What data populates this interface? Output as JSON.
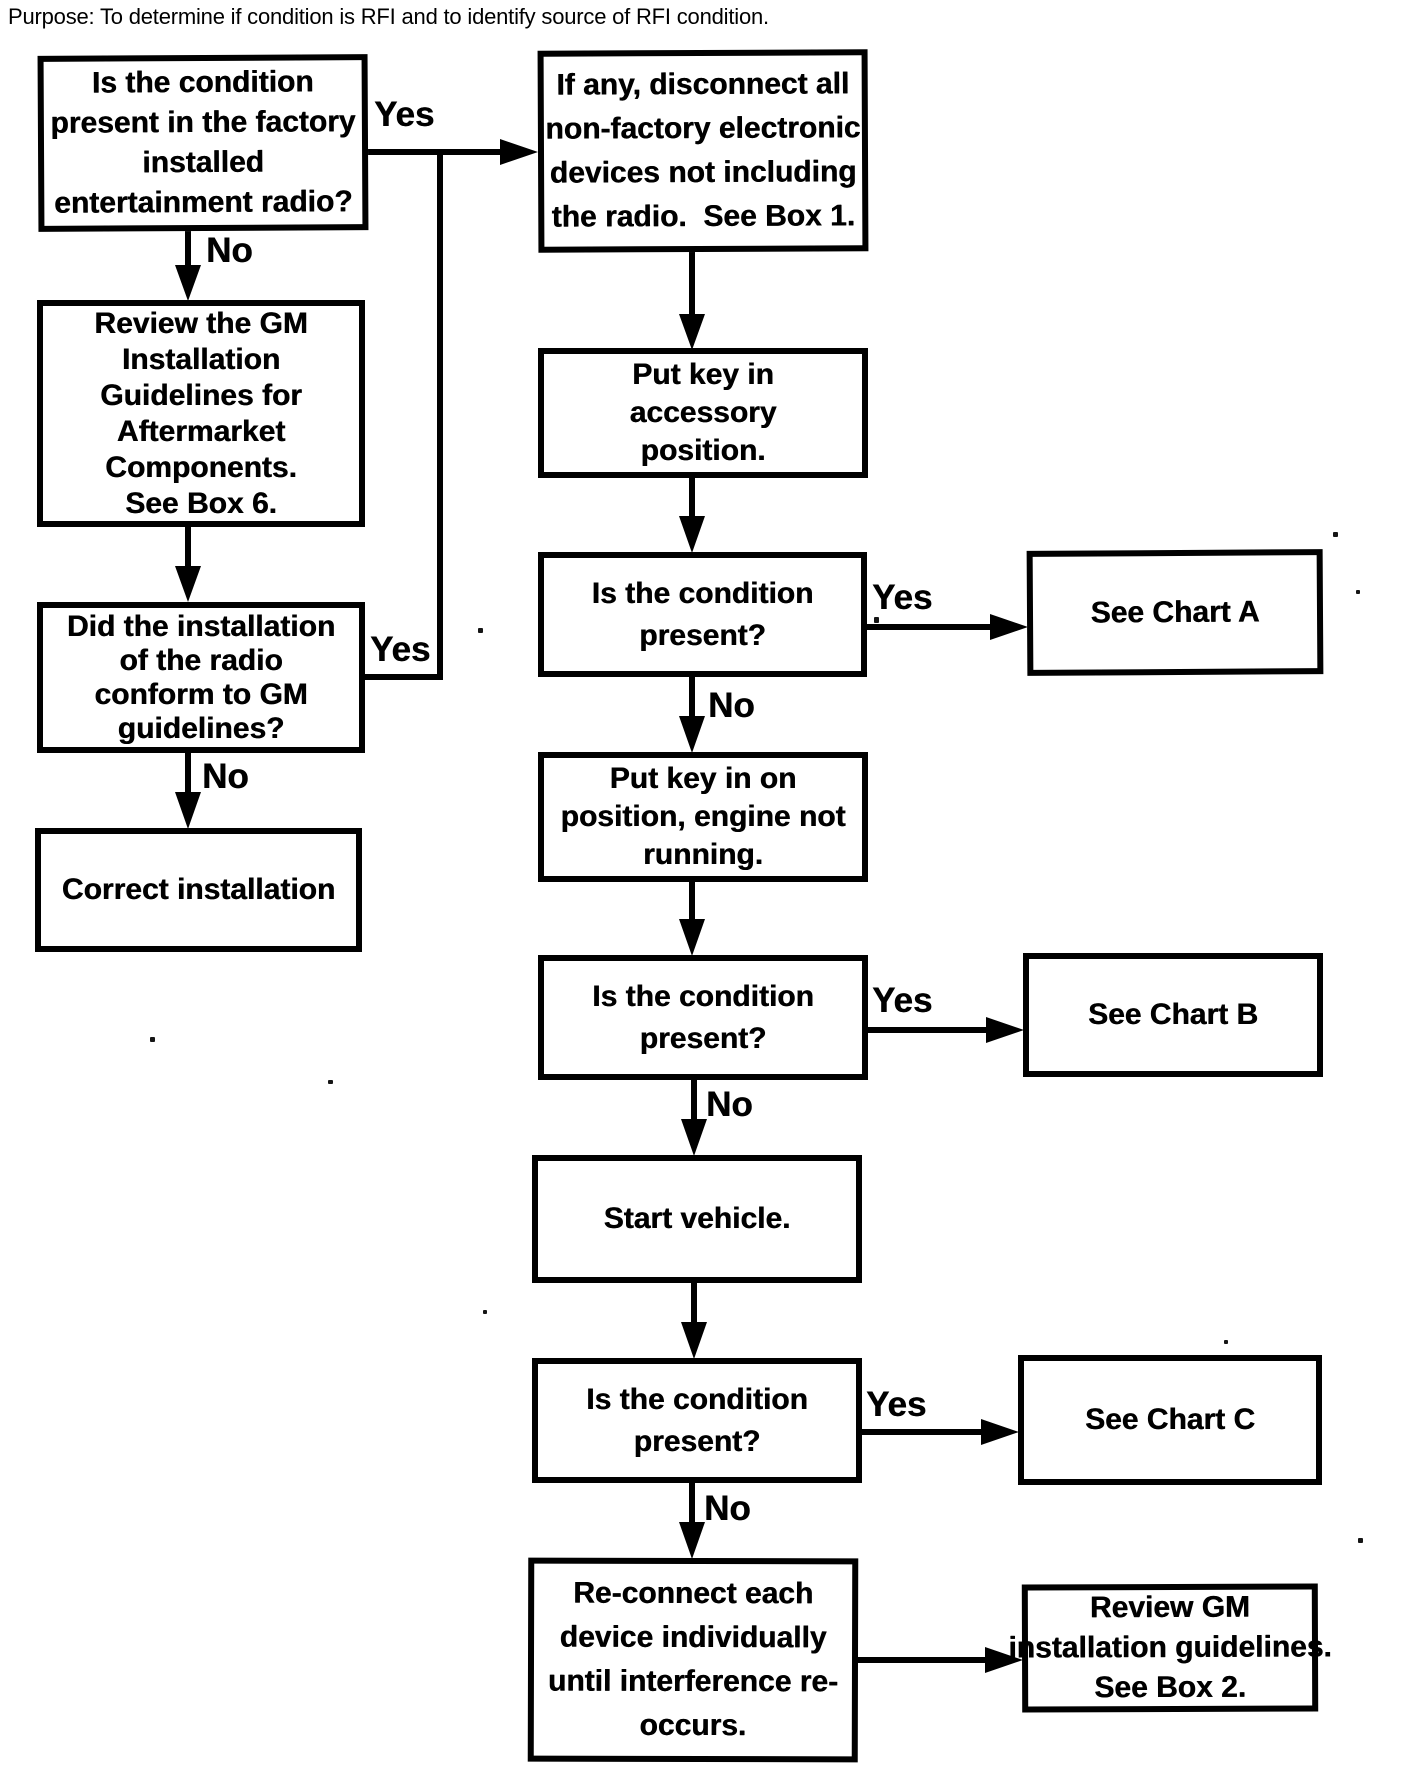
{
  "purpose": "Purpose: To determine if condition is RFI and to identify source of RFI condition.",
  "nodes": {
    "q_factory": {
      "text": "Is the condition\npresent in the factory\ninstalled\nentertainment radio?"
    },
    "review_gm_box6": {
      "text": "Review the GM\nInstallation\nGuidelines for\nAftermarket\nComponents.\nSee Box 6."
    },
    "q_conform": {
      "text": "Did the installation\nof the radio\nconform to GM\nguidelines?"
    },
    "correct_installation": {
      "text": "Correct installation"
    },
    "disconnect_box1": {
      "text": "If any, disconnect all\nnon-factory electronic\ndevices not including\nthe radio.  See Box 1."
    },
    "key_accessory": {
      "text": "Put key in\naccessory\nposition."
    },
    "q_present_acc": {
      "text": "Is the condition\npresent?"
    },
    "key_on": {
      "text": "Put key in on\nposition, engine not\nrunning."
    },
    "q_present_on": {
      "text": "Is the condition\npresent?"
    },
    "start_vehicle": {
      "text": "Start vehicle."
    },
    "q_present_run": {
      "text": "Is the condition\npresent?"
    },
    "reconnect": {
      "text": "Re-connect each\ndevice individually\nuntil interference re-\noccurs."
    },
    "chart_a": {
      "text": "See Chart A"
    },
    "chart_b": {
      "text": "See Chart B"
    },
    "chart_c": {
      "text": "See Chart C"
    },
    "review_gm_box2": {
      "text": "Review GM\ninstallation guidelines.\nSee Box 2."
    }
  },
  "edges": {
    "factory_yes": {
      "label": "Yes"
    },
    "factory_no": {
      "label": "No"
    },
    "conform_yes": {
      "label": "Yes"
    },
    "conform_no": {
      "label": "No"
    },
    "acc_yes": {
      "label": "Yes"
    },
    "acc_no": {
      "label": "No"
    },
    "on_yes": {
      "label": "Yes"
    },
    "on_no": {
      "label": "No"
    },
    "run_yes": {
      "label": "Yes"
    },
    "run_no": {
      "label": "No"
    }
  }
}
